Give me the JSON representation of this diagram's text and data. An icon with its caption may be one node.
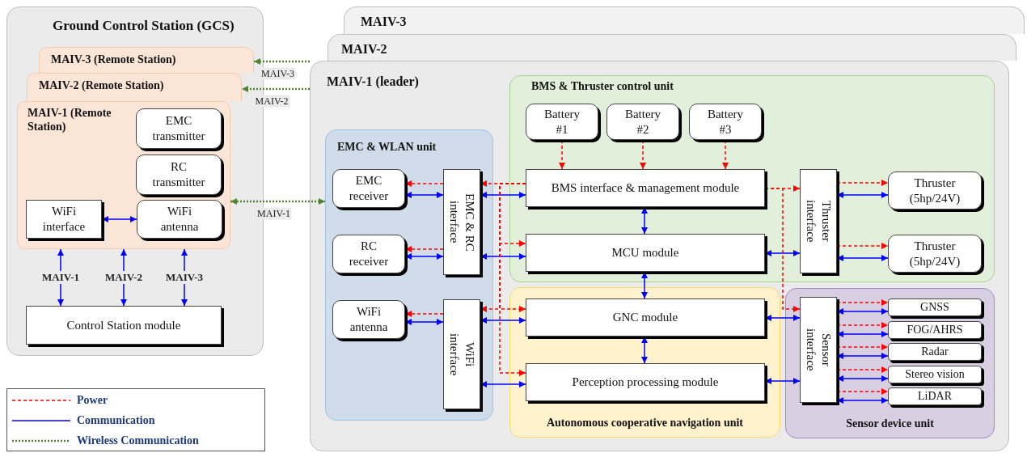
{
  "diagram": {
    "nodes": [
      {
        "text": [
          "Ground Control Station (GCS)"
        ]
      },
      {
        "text": [
          "MAIV-3 (Remote Station)"
        ],
        "in": 0
      },
      {
        "text": [
          "MAIV-2 (Remote Station)"
        ],
        "in": 0
      },
      {
        "text": [
          "MAIV-1 (Remote Station)"
        ],
        "in": 0
      },
      {
        "text": [
          "EMC transmitter"
        ],
        "in": 3
      },
      {
        "text": [
          "RC transmitter"
        ],
        "in": 3
      },
      {
        "text": [
          "WiFi interface"
        ],
        "in": 3
      },
      {
        "text": [
          "WiFi antenna"
        ],
        "in": 3
      },
      {
        "text": [
          "Control Station module"
        ],
        "in": 0
      },
      {
        "text": [
          "MAIV-3"
        ]
      },
      {
        "text": [
          "MAIV-2"
        ]
      },
      {
        "text": [
          "MAIV-1 (leader)"
        ]
      },
      {
        "text": [
          "EMC & WLAN unit"
        ],
        "in": 11
      },
      {
        "text": [
          "EMC receiver"
        ],
        "in": 12
      },
      {
        "text": [
          "RC receiver"
        ],
        "in": 12
      },
      {
        "text": [
          "WiFi antenna"
        ],
        "in": 12
      },
      {
        "text": [
          "EMC & RC interface"
        ],
        "in": 12
      },
      {
        "text": [
          "WiFi interface"
        ],
        "in": 12
      },
      {
        "text": [
          "BMS & Thruster control unit"
        ],
        "in": 11
      },
      {
        "text": [
          "Battery #1"
        ],
        "in": 18
      },
      {
        "text": [
          "Battery #2"
        ],
        "in": 18
      },
      {
        "text": [
          "Battery #3"
        ],
        "in": 18
      },
      {
        "text": [
          "BMS interface & management module"
        ],
        "in": 18
      },
      {
        "text": [
          "MCU module"
        ],
        "in": 18
      },
      {
        "text": [
          "Thruster interface"
        ],
        "in": 18
      },
      {
        "text": [
          "Thruster (5hp/24V)"
        ],
        "in": 18
      },
      {
        "text": [
          "Thruster (5hp/24V)"
        ],
        "in": 18
      },
      {
        "text": [
          "Autonomous cooperative navigation unit"
        ],
        "in": 11
      },
      {
        "text": [
          "GNC module"
        ],
        "in": 27
      },
      {
        "text": [
          "Perception processing module"
        ],
        "in": 27
      },
      {
        "text": [
          "Sensor device unit"
        ],
        "in": 11
      },
      {
        "text": [
          "Sensor interface"
        ],
        "in": 30
      },
      {
        "text": [
          "GNSS"
        ],
        "in": 30
      },
      {
        "text": [
          "FOG/AHRS"
        ],
        "in": 30
      },
      {
        "text": [
          "Radar"
        ],
        "in": 30
      },
      {
        "text": [
          "Stereo vision"
        ],
        "in": 30
      },
      {
        "text": [
          "LiDAR"
        ],
        "in": 30
      }
    ],
    "edges": [
      {
        "from": 6,
        "to": 7,
        "arrow": "both"
      },
      {
        "from": 8,
        "to": 3,
        "arrow": "both",
        "label": "MAIV-1"
      },
      {
        "from": 8,
        "to": 3,
        "arrow": "both",
        "label": "MAIV-2"
      },
      {
        "from": 8,
        "to": 3,
        "arrow": "both",
        "label": "MAIV-3"
      },
      {
        "from": 11,
        "to": 1,
        "arrow": "to",
        "label": "MAIV-3",
        "style": "dashed",
        "color": "#548235"
      },
      {
        "from": 11,
        "to": 2,
        "arrow": "to",
        "label": "MAIV-2",
        "style": "dashed",
        "color": "#548235"
      },
      {
        "from": 3,
        "to": 12,
        "arrow": "both",
        "label": "MAIV-1",
        "style": "dashed",
        "color": "#548235"
      },
      {
        "from": 13,
        "to": 16,
        "arrow": "both"
      },
      {
        "from": 14,
        "to": 16,
        "arrow": "both"
      },
      {
        "from": 15,
        "to": 17,
        "arrow": "both"
      },
      {
        "from": 16,
        "to": 22,
        "arrow": "both"
      },
      {
        "from": 16,
        "to": 23,
        "arrow": "both"
      },
      {
        "from": 17,
        "to": 28,
        "arrow": "both"
      },
      {
        "from": 17,
        "to": 29,
        "arrow": "both"
      },
      {
        "from": 22,
        "to": 23,
        "arrow": "both"
      },
      {
        "from": 23,
        "to": 28,
        "arrow": "both"
      },
      {
        "from": 28,
        "to": 29,
        "arrow": "both"
      },
      {
        "from": 23,
        "to": 24,
        "arrow": "both"
      },
      {
        "from": 24,
        "to": 25,
        "arrow": "both"
      },
      {
        "from": 24,
        "to": 26,
        "arrow": "both"
      },
      {
        "from": 28,
        "to": 31,
        "arrow": "both"
      },
      {
        "from": 29,
        "to": 31,
        "arrow": "both"
      },
      {
        "from": 31,
        "to": 32,
        "arrow": "both"
      },
      {
        "from": 31,
        "to": 33,
        "arrow": "both"
      },
      {
        "from": 31,
        "to": 34,
        "arrow": "both"
      },
      {
        "from": 31,
        "to": 35,
        "arrow": "both"
      },
      {
        "from": 31,
        "to": 36,
        "arrow": "both"
      },
      {
        "from": 19,
        "to": 22,
        "arrow": "to",
        "style": "dashed",
        "color": "#ff0000"
      },
      {
        "from": 20,
        "to": 22,
        "arrow": "to",
        "style": "dashed",
        "color": "#ff0000"
      },
      {
        "from": 21,
        "to": 22,
        "arrow": "to",
        "style": "dashed",
        "color": "#ff0000"
      },
      {
        "from": 16,
        "to": 13,
        "arrow": "to",
        "style": "dashed",
        "color": "#ff0000"
      },
      {
        "from": 16,
        "to": 14,
        "arrow": "to",
        "style": "dashed",
        "color": "#ff0000"
      },
      {
        "from": 17,
        "to": 15,
        "arrow": "to",
        "style": "dashed",
        "color": "#ff0000"
      },
      {
        "from": 22,
        "to": 16,
        "arrow": "to",
        "style": "dashed",
        "color": "#ff0000"
      },
      {
        "from": 22,
        "to": 23,
        "arrow": "to",
        "style": "dashed",
        "color": "#ff0000"
      },
      {
        "from": 22,
        "to": 17,
        "arrow": "to",
        "style": "dashed",
        "color": "#ff0000"
      },
      {
        "from": 22,
        "to": 28,
        "arrow": "to",
        "style": "dashed",
        "color": "#ff0000"
      },
      {
        "from": 22,
        "to": 29,
        "arrow": "to",
        "style": "dashed",
        "color": "#ff0000"
      },
      {
        "from": 22,
        "to": 24,
        "arrow": "to",
        "style": "dashed",
        "color": "#ff0000"
      },
      {
        "from": 22,
        "to": 31,
        "arrow": "to",
        "style": "dashed",
        "color": "#ff0000"
      },
      {
        "from": 24,
        "to": 25,
        "arrow": "to",
        "style": "dashed",
        "color": "#ff0000"
      },
      {
        "from": 24,
        "to": 26,
        "arrow": "to",
        "style": "dashed",
        "color": "#ff0000"
      },
      {
        "from": 31,
        "to": 32,
        "arrow": "to",
        "style": "dashed",
        "color": "#ff0000"
      },
      {
        "from": 31,
        "to": 33,
        "arrow": "to",
        "style": "dashed",
        "color": "#ff0000"
      },
      {
        "from": 31,
        "to": 34,
        "arrow": "to",
        "style": "dashed",
        "color": "#ff0000"
      },
      {
        "from": 31,
        "to": 35,
        "arrow": "to",
        "style": "dashed",
        "color": "#ff0000"
      },
      {
        "from": 31,
        "to": 36,
        "arrow": "to",
        "style": "dashed",
        "color": "#ff0000"
      }
    ],
    "legend": [
      {
        "text": "Power"
      },
      {
        "text": "Communication"
      },
      {
        "text": "Wireless Communication"
      }
    ]
  }
}
